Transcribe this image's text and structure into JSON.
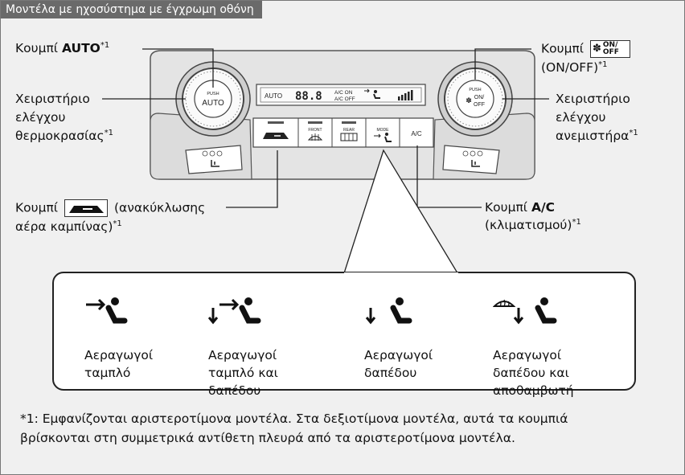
{
  "header": {
    "title": "Μοντέλα με ηχοσύστημα με έγχρωμη οθόνη"
  },
  "labels": {
    "auto_prefix": "Κουμπί ",
    "auto_bold": "AUTO",
    "auto_ref": "*1",
    "temp_line1": "Χειριστήριο",
    "temp_line2": "ελέγχου",
    "temp_line3": "θερμοκρασίας",
    "temp_ref": "*1",
    "recirc_prefix": "Κουμπί",
    "recirc_suffix": "(ανακύκλωσης",
    "recirc_line2": "αέρα καμπίνας)",
    "recirc_ref": "*1",
    "onoff_prefix": "Κουμπί",
    "onoff_line2": "(ON/OFF)",
    "onoff_ref": "*1",
    "fan_line1": "Χειριστήριο",
    "fan_line2": "ελέγχου",
    "fan_line3": "ανεμιστήρα",
    "fan_ref": "*1",
    "ac_prefix": "Κουμπί ",
    "ac_bold": "A/C",
    "ac_line2": "(κλιματισμού)",
    "ac_ref": "*1"
  },
  "panel": {
    "knob_left_push": "PUSH",
    "knob_left_main": "AUTO",
    "knob_right_push": "PUSH",
    "knob_right_on": "ON/",
    "knob_right_off": "OFF",
    "display_auto": "AUTO",
    "display_temp": "88.8",
    "display_ac_on": "A/C ON",
    "display_ac_off": "A/C OFF",
    "btn_front": "FRONT",
    "btn_rear": "REAR",
    "btn_mode": "MODE",
    "btn_ac": "A/C",
    "onoff_icon_on": "ON/",
    "onoff_icon_off": "OFF"
  },
  "modes": [
    {
      "line1": "Αεραγωγοί",
      "line2": "ταμπλό",
      "line3": "",
      "icon": "dashboard-vent-icon"
    },
    {
      "line1": "Αεραγωγοί",
      "line2": "ταμπλό και",
      "line3": "δαπέδου",
      "icon": "dashboard-floor-vent-icon"
    },
    {
      "line1": "Αεραγωγοί",
      "line2": "δαπέδου",
      "line3": "",
      "icon": "floor-vent-icon"
    },
    {
      "line1": "Αεραγωγοί",
      "line2": "δαπέδου και",
      "line3": "αποθαμβωτή",
      "icon": "floor-defrost-vent-icon"
    }
  ],
  "footnote": {
    "line1": "*1: Εμφανίζονται αριστεροτίμονα μοντέλα. Στα δεξιοτίμονα μοντέλα, αυτά τα κουμπιά",
    "line2": "βρίσκονται στη συμμετρικά αντίθετη πλευρά από τα αριστεροτίμονα μοντέλα."
  }
}
